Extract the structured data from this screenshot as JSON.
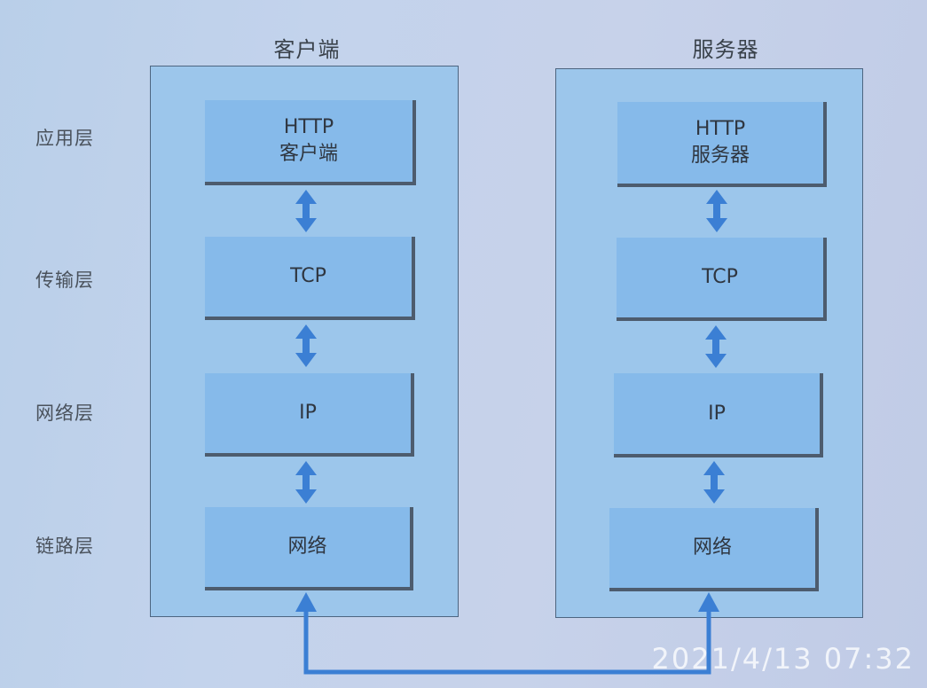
{
  "columns": [
    {
      "title": "客户端",
      "layers": [
        {
          "line1": "HTTP",
          "line2": "客户端"
        },
        {
          "line1": "TCP",
          "line2": ""
        },
        {
          "line1": "IP",
          "line2": ""
        },
        {
          "line1": "网络",
          "line2": ""
        }
      ]
    },
    {
      "title": "服务器",
      "layers": [
        {
          "line1": "HTTP",
          "line2": "服务器"
        },
        {
          "line1": "TCP",
          "line2": ""
        },
        {
          "line1": "IP",
          "line2": ""
        },
        {
          "line1": "网络",
          "line2": ""
        }
      ]
    }
  ],
  "layer_labels": [
    "应用层",
    "传输层",
    "网络层",
    "链路层"
  ],
  "timestamp": "2021/4/13 07:32",
  "colors": {
    "arrow": "#3b7fd4",
    "stack_fill": "#9cc6eb",
    "box_fill": "#86baea",
    "box_shadow": "#4d5c6e"
  }
}
